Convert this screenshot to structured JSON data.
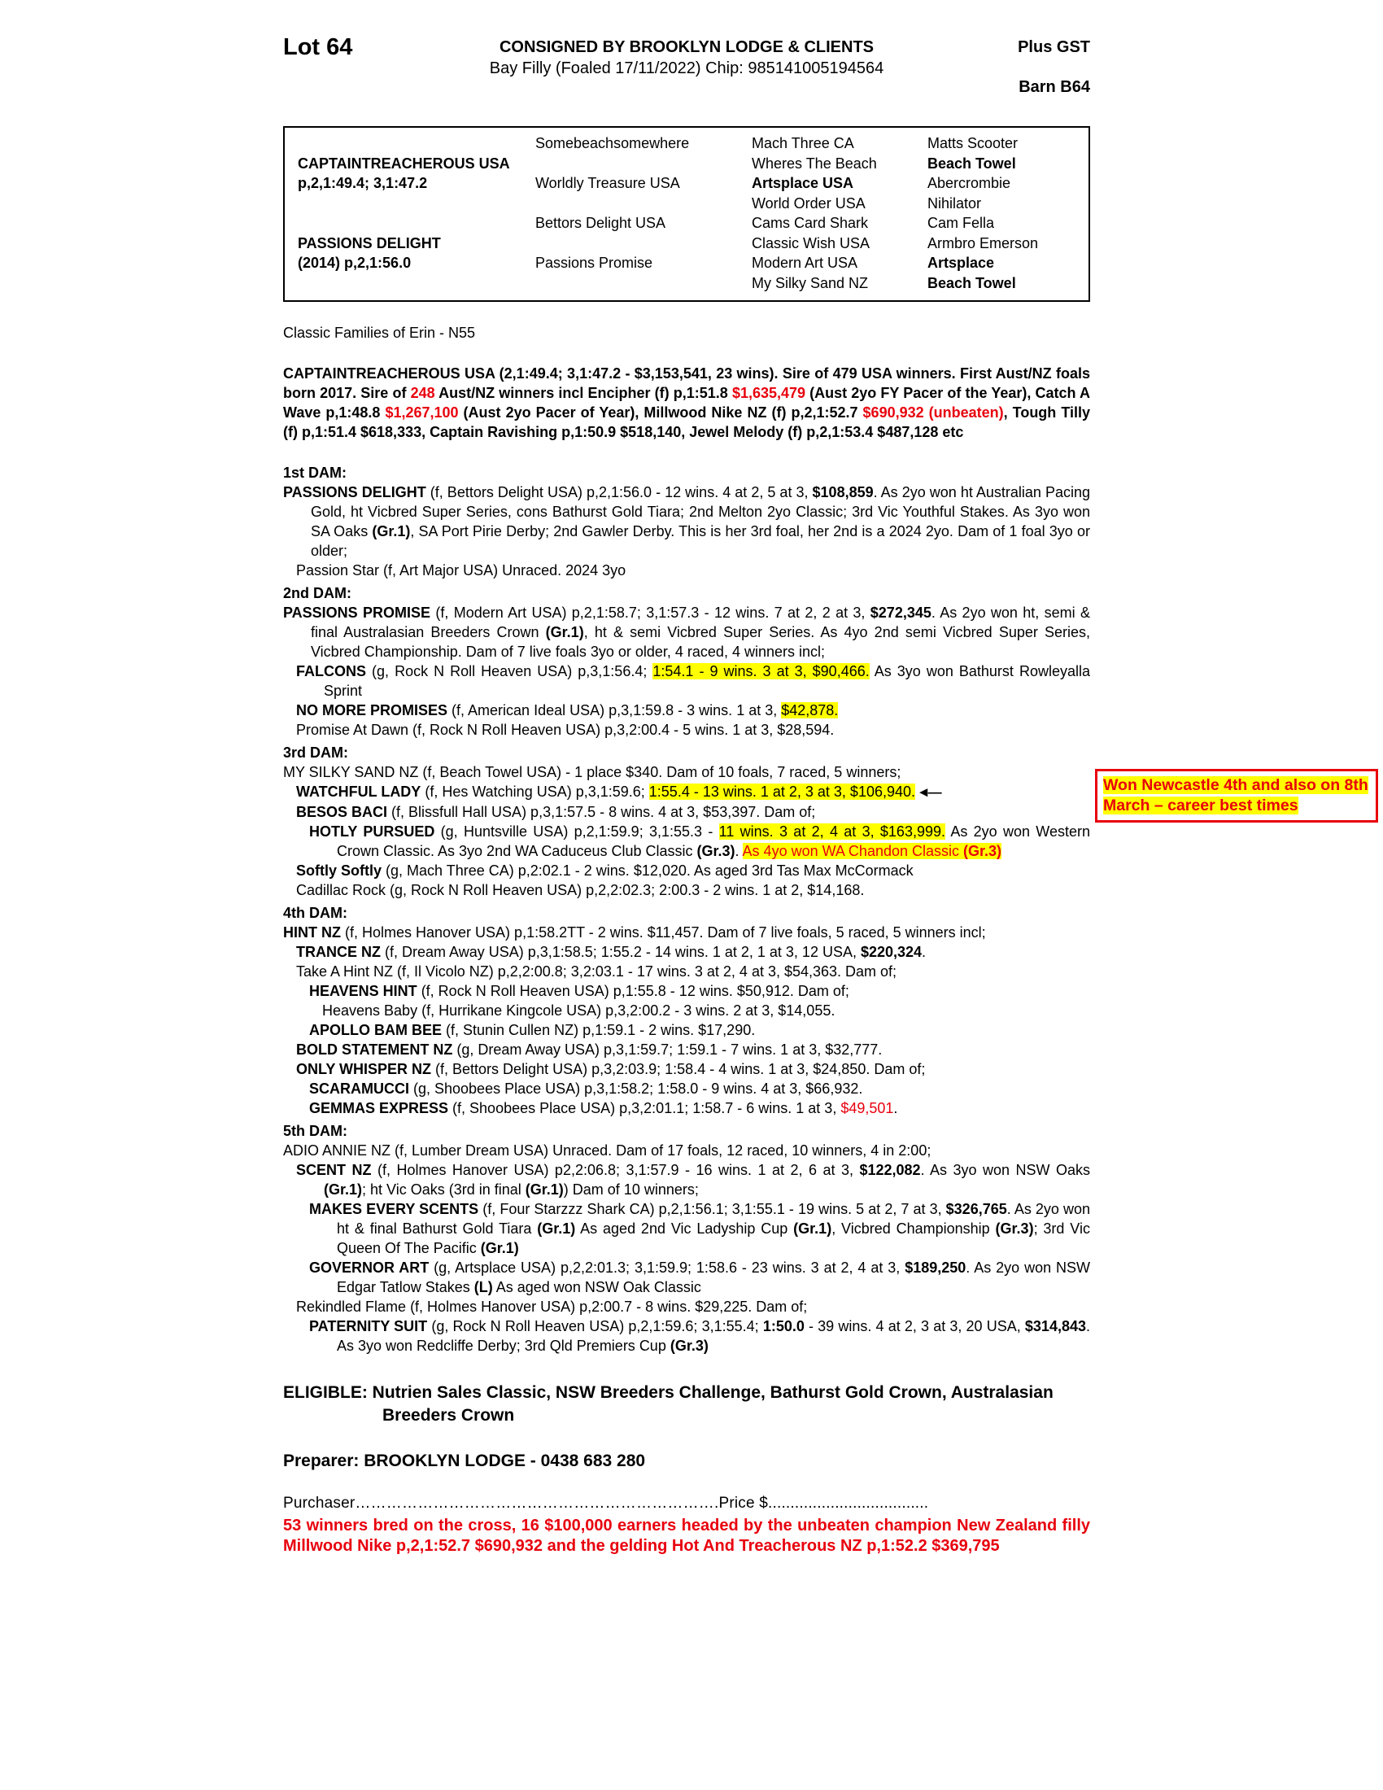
{
  "header": {
    "lot": "Lot 64",
    "consigned": "CONSIGNED BY BROOKLYN LODGE & CLIENTS",
    "plus_gst": "Plus GST",
    "subtitle": "Bay Filly (Foaled  17/11/2022) Chip: 985141005194564",
    "barn": "Barn B64"
  },
  "colors": {
    "accent_red": "#e8000d",
    "highlight_yellow": "#ffff00"
  },
  "pedigree_rows": [
    [
      {
        "t": ""
      },
      {
        "t": "Somebeachsomewhere"
      },
      {
        "t": "Mach Three CA"
      },
      {
        "t": "Matts Scooter"
      }
    ],
    [
      {
        "t": "CAPTAINTREACHEROUS USA",
        "b": true
      },
      {
        "t": ""
      },
      {
        "t": "Wheres The Beach"
      },
      {
        "t": "Beach Towel",
        "b": true
      }
    ],
    [
      {
        "t": "p,2,1:49.4; 3,1:47.2",
        "b": true
      },
      {
        "t": "Worldly Treasure USA"
      },
      {
        "t": "Artsplace USA",
        "b": true
      },
      {
        "t": "Abercrombie"
      }
    ],
    [
      {
        "t": ""
      },
      {
        "t": ""
      },
      {
        "t": "World Order USA"
      },
      {
        "t": "Nihilator"
      }
    ],
    [
      {
        "t": ""
      },
      {
        "t": "Bettors Delight USA"
      },
      {
        "t": "Cams Card Shark"
      },
      {
        "t": "Cam Fella"
      }
    ],
    [
      {
        "t": "PASSIONS DELIGHT",
        "b": true
      },
      {
        "t": ""
      },
      {
        "t": "Classic Wish USA"
      },
      {
        "t": "Armbro Emerson"
      }
    ],
    [
      {
        "t": "(2014) p,2,1:56.0",
        "b": true
      },
      {
        "t": "Passions Promise"
      },
      {
        "t": "Modern Art USA"
      },
      {
        "t": "Artsplace",
        "b": true
      }
    ],
    [
      {
        "t": ""
      },
      {
        "t": ""
      },
      {
        "t": "My Silky Sand NZ"
      },
      {
        "t": "Beach Towel",
        "b": true
      }
    ]
  ],
  "annotation": {
    "text": "Won Newcastle 4th  and also on 8th March – career best times"
  },
  "body": [
    {
      "name": "classic-families-line",
      "cls": "mt1",
      "seg": [
        {
          "t": "Classic Families of Erin - N55"
        }
      ]
    },
    {
      "name": "sire-summary",
      "cls": "just mt1",
      "seg": [
        {
          "t": "CAPTAINTREACHEROUS USA (2,1:49.4; 3,1:47.2 - $3,153,541, 23 wins). Sire of 479 USA winners. First Aust/NZ foals born 2017. Sire of ",
          "c": "b"
        },
        {
          "t": "248",
          "c": "b red"
        },
        {
          "t": " Aust/NZ winners incl Encipher (f) p,1:51.8 ",
          "c": "b"
        },
        {
          "t": "$1,635,479",
          "c": "b red"
        },
        {
          "t": " (Aust 2yo FY Pacer of the Year), Catch A Wave p,1:48.8 ",
          "c": "b"
        },
        {
          "t": "$1,267,100",
          "c": "b red"
        },
        {
          "t": " (Aust 2yo Pacer of Year), Millwood Nike NZ (f) p,2,1:52.7 ",
          "c": "b"
        },
        {
          "t": "$690,932 (unbeaten)",
          "c": "b red"
        },
        {
          "t": ", Tough Tilly (f) p,1:51.4 $618,333, Captain Ravishing p,1:50.9 $518,140, Jewel Melody (f) p,2,1:53.4 $487,128 etc",
          "c": "b"
        }
      ]
    },
    {
      "name": "heading-1st-dam",
      "cls": "h mt1",
      "seg": [
        {
          "t": "1st DAM:"
        }
      ]
    },
    {
      "name": "pedigree-line-passions-delight",
      "cls": "just L0",
      "seg": [
        {
          "t": "PASSIONS DELIGHT",
          "c": "b"
        },
        {
          "t": " (f, Bettors Delight USA) p,2,1:56.0 - 12 wins. 4 at 2, 5 at 3, "
        },
        {
          "t": "$108,859",
          "c": "b"
        },
        {
          "t": ". As 2yo won ht Australian Pacing Gold, ht Vicbred Super Series, cons Bathurst Gold Tiara; 2nd Melton 2yo Classic; 3rd Vic Youthful Stakes. As 3yo won SA Oaks "
        },
        {
          "t": "(Gr.1)",
          "c": "b"
        },
        {
          "t": ", SA Port Pirie Derby; 2nd Gawler Derby. This is her 3rd foal, her 2nd is a 2024 2yo. Dam of 1 foal 3yo or older;"
        }
      ]
    },
    {
      "name": "pedigree-line-passion-star",
      "cls": "L1",
      "seg": [
        {
          "t": "Passion Star (f, Art Major USA) Unraced. 2024 3yo"
        }
      ]
    },
    {
      "name": "heading-2nd-dam",
      "cls": "h mt2",
      "seg": [
        {
          "t": "2nd DAM:"
        }
      ]
    },
    {
      "name": "pedigree-line-passions-promise",
      "cls": "just L0",
      "seg": [
        {
          "t": "PASSIONS PROMISE",
          "c": "b"
        },
        {
          "t": " (f, Modern Art USA) p,2,1:58.7; 3,1:57.3 - 12 wins. 7 at 2, 2 at 3, "
        },
        {
          "t": "$272,345",
          "c": "b"
        },
        {
          "t": ". As 2yo won ht, semi & final Australasian Breeders Crown "
        },
        {
          "t": "(Gr.1)",
          "c": "b"
        },
        {
          "t": ", ht & semi Vicbred Super Series. As 4yo 2nd semi Vicbred Super Series, Vicbred Championship. Dam of 7 live foals 3yo or older, 4 raced, 4 winners incl;"
        }
      ]
    },
    {
      "name": "pedigree-line-falcons",
      "cls": "just L1",
      "seg": [
        {
          "t": "FALCONS",
          "c": "b"
        },
        {
          "t": " (g, Rock N Roll Heaven USA) p,3,1:56.4; "
        },
        {
          "t": "1:54.1 - 9 wins. 3 at 3, $90,466.",
          "c": "hl"
        },
        {
          "t": " As 3yo won Bathurst Rowleyalla Sprint"
        }
      ]
    },
    {
      "name": "pedigree-line-no-more-promises",
      "cls": "L1",
      "seg": [
        {
          "t": "NO MORE PROMISES",
          "c": "b"
        },
        {
          "t": " (f, American Ideal USA) p,3,1:59.8 - 3 wins. 1 at 3, "
        },
        {
          "t": "$42,878.",
          "c": "hl"
        }
      ]
    },
    {
      "name": "pedigree-line-promise-at-dawn",
      "cls": "L1",
      "seg": [
        {
          "t": "Promise At Dawn (f, Rock N Roll Heaven USA) p,3,2:00.4 - 5 wins. 1 at 3, $28,594."
        }
      ]
    },
    {
      "name": "heading-3rd-dam",
      "cls": "h mt2",
      "seg": [
        {
          "t": "3rd DAM:"
        }
      ]
    },
    {
      "name": "pedigree-line-my-silky-sand",
      "cls": "L0",
      "seg": [
        {
          "t": "MY SILKY SAND NZ (f, Beach Towel USA) - 1 place $340. Dam of 10 foals, 7 raced, 5 winners;"
        }
      ]
    },
    {
      "name": "pedigree-line-watchful-lady",
      "cls": "L1 rel",
      "annot": true,
      "seg": [
        {
          "t": "WATCHFUL LADY",
          "c": "b"
        },
        {
          "t": " (f, Hes Watching USA) p,3,1:59.6; "
        },
        {
          "t": "1:55.4 - 13 wins. 1 at 2, 3 at 3, $106,940.",
          "c": "hl"
        }
      ]
    },
    {
      "name": "pedigree-line-besos-baci",
      "cls": "L1",
      "seg": [
        {
          "t": "BESOS BACI",
          "c": "b"
        },
        {
          "t": " (f, Blissfull Hall USA) p,3,1:57.5 - 8 wins. 4 at 3, $53,397. Dam of;"
        }
      ]
    },
    {
      "name": "pedigree-line-hotly-pursued",
      "cls": "just L2",
      "seg": [
        {
          "t": "HOTLY PURSUED",
          "c": "b"
        },
        {
          "t": " (g, Huntsville USA) p,2,1:59.9; 3,1:55.3 - "
        },
        {
          "t": "11 wins. 3 at 2, 4 at 3, $163,999.",
          "c": "hl"
        },
        {
          "t": " As 2yo won Western Crown Classic. As 3yo 2nd WA Caduceus Club Classic "
        },
        {
          "t": "(Gr.3)",
          "c": "b"
        },
        {
          "t": ". "
        },
        {
          "t": "As 4yo won WA Chandon Classic ",
          "c": "hl red"
        },
        {
          "t": "(Gr.3)",
          "c": "hl red b"
        }
      ]
    },
    {
      "name": "pedigree-line-softly-softly",
      "cls": "just L1",
      "seg": [
        {
          "t": "Softly Softly",
          "c": "b"
        },
        {
          "t": " (g, Mach Three CA) p,2:02.1 - 2 wins. $12,020. As aged 3rd Tas Max McCormack"
        }
      ]
    },
    {
      "name": "pedigree-line-cadillac-rock",
      "cls": "L1",
      "seg": [
        {
          "t": "Cadillac Rock (g, Rock N Roll Heaven USA) p,2,2:02.3; 2:00.3 - 2 wins. 1 at 2, $14,168."
        }
      ]
    },
    {
      "name": "heading-4th-dam",
      "cls": "h mt2",
      "seg": [
        {
          "t": "4th DAM:"
        }
      ]
    },
    {
      "name": "pedigree-line-hint-nz",
      "cls": "just L0",
      "seg": [
        {
          "t": "HINT NZ",
          "c": "b"
        },
        {
          "t": " (f, Holmes Hanover USA) p,1:58.2TT - 2 wins. $11,457. Dam of 7 live foals, 5 raced, 5 winners incl;"
        }
      ]
    },
    {
      "name": "pedigree-line-trance-nz",
      "cls": "L1",
      "seg": [
        {
          "t": "TRANCE NZ",
          "c": "b"
        },
        {
          "t": " (f, Dream Away USA) p,3,1:58.5; 1:55.2 - 14 wins. 1 at 2, 1 at 3, 12 USA, "
        },
        {
          "t": "$220,324",
          "c": "b"
        },
        {
          "t": "."
        }
      ]
    },
    {
      "name": "pedigree-line-take-a-hint",
      "cls": "L1",
      "seg": [
        {
          "t": "Take A Hint NZ (f, Il Vicolo NZ) p,2,2:00.8; 3,2:03.1 - 17 wins. 3 at 2, 4 at 3, $54,363. Dam of;"
        }
      ]
    },
    {
      "name": "pedigree-line-heavens-hint",
      "cls": "L2",
      "seg": [
        {
          "t": "HEAVENS HINT",
          "c": "b"
        },
        {
          "t": " (f, Rock N Roll Heaven USA) p,1:55.8 - 12 wins. $50,912. Dam of;"
        }
      ]
    },
    {
      "name": "pedigree-line-heavens-baby",
      "cls": "L3",
      "seg": [
        {
          "t": "Heavens Baby (f, Hurrikane Kingcole USA) p,3,2:00.2 - 3 wins. 2 at 3, $14,055."
        }
      ]
    },
    {
      "name": "pedigree-line-apollo-bam-bee",
      "cls": "L2",
      "seg": [
        {
          "t": "APOLLO BAM BEE",
          "c": "b"
        },
        {
          "t": " (f, Stunin Cullen NZ) p,1:59.1 - 2 wins. $17,290."
        }
      ]
    },
    {
      "name": "pedigree-line-bold-statement",
      "cls": "L1",
      "seg": [
        {
          "t": "BOLD STATEMENT NZ",
          "c": "b"
        },
        {
          "t": " (g, Dream Away USA) p,3,1:59.7; 1:59.1 - 7 wins. 1 at 3, $32,777."
        }
      ]
    },
    {
      "name": "pedigree-line-only-whisper",
      "cls": "L1",
      "seg": [
        {
          "t": "ONLY WHISPER NZ",
          "c": "b"
        },
        {
          "t": " (f, Bettors Delight USA) p,3,2:03.9; 1:58.4 - 4 wins. 1 at 3, $24,850. Dam of;"
        }
      ]
    },
    {
      "name": "pedigree-line-scaramucci",
      "cls": "L2",
      "seg": [
        {
          "t": "SCARAMUCCI",
          "c": "b"
        },
        {
          "t": " (g, Shoobees Place USA) p,3,1:58.2; 1:58.0 - 9 wins. 4 at 3, $66,932."
        }
      ]
    },
    {
      "name": "pedigree-line-gemmas-express",
      "cls": "L2",
      "seg": [
        {
          "t": "GEMMAS EXPRESS",
          "c": "b"
        },
        {
          "t": " (f, Shoobees Place USA) p,3,2:01.1; 1:58.7 - 6 wins. 1 at 3, "
        },
        {
          "t": "$49,501",
          "c": "red"
        },
        {
          "t": "."
        }
      ]
    },
    {
      "name": "heading-5th-dam",
      "cls": "h mt2",
      "seg": [
        {
          "t": "5th DAM:"
        }
      ]
    },
    {
      "name": "pedigree-line-adio-annie",
      "cls": "L0",
      "seg": [
        {
          "t": "ADIO ANNIE NZ (f, Lumber Dream USA) Unraced. Dam of 17 foals, 12 raced, 10 winners, 4 in 2:00;"
        }
      ]
    },
    {
      "name": "pedigree-line-scent-nz",
      "cls": "just L1",
      "seg": [
        {
          "t": "SCENT NZ",
          "c": "b"
        },
        {
          "t": " (f, Holmes Hanover USA) p2,2:06.8; 3,1:57.9 - 16 wins. 1 at 2, 6 at 3, "
        },
        {
          "t": "$122,082",
          "c": "b"
        },
        {
          "t": ". As 3yo won NSW Oaks "
        },
        {
          "t": "(Gr.1)",
          "c": "b"
        },
        {
          "t": "; ht Vic Oaks (3rd in final "
        },
        {
          "t": "(Gr.1)",
          "c": "b"
        },
        {
          "t": ") Dam of 10 winners;"
        }
      ]
    },
    {
      "name": "pedigree-line-makes-every-scents",
      "cls": "just L2",
      "seg": [
        {
          "t": "MAKES EVERY SCENTS",
          "c": "b"
        },
        {
          "t": " (f, Four Starzzz Shark CA) p,2,1:56.1; 3,1:55.1 - 19 wins. 5 at 2, 7 at 3, "
        },
        {
          "t": "$326,765",
          "c": "b"
        },
        {
          "t": ". As 2yo won ht & final Bathurst Gold Tiara "
        },
        {
          "t": "(Gr.1)",
          "c": "b"
        },
        {
          "t": " As aged 2nd Vic Ladyship Cup "
        },
        {
          "t": "(Gr.1)",
          "c": "b"
        },
        {
          "t": ", Vicbred Championship "
        },
        {
          "t": "(Gr.3)",
          "c": "b"
        },
        {
          "t": "; 3rd Vic Queen Of The Pacific "
        },
        {
          "t": "(Gr.1)",
          "c": "b"
        }
      ]
    },
    {
      "name": "pedigree-line-governor-art",
      "cls": "just L2",
      "seg": [
        {
          "t": "GOVERNOR ART",
          "c": "b"
        },
        {
          "t": " (g, Artsplace USA) p,2,2:01.3; 3,1:59.9; 1:58.6 - 23 wins. 3 at 2, 4 at 3, "
        },
        {
          "t": "$189,250",
          "c": "b"
        },
        {
          "t": ". As 2yo won NSW Edgar Tatlow Stakes "
        },
        {
          "t": "(L)",
          "c": "b"
        },
        {
          "t": " As aged won NSW Oak Classic"
        }
      ]
    },
    {
      "name": "pedigree-line-rekindled-flame",
      "cls": "L1",
      "seg": [
        {
          "t": "Rekindled Flame (f, Holmes Hanover USA) p,2:00.7 - 8 wins. $29,225. Dam of;"
        }
      ]
    },
    {
      "name": "pedigree-line-paternity-suit",
      "cls": "just L2",
      "seg": [
        {
          "t": "PATERNITY SUIT",
          "c": "b"
        },
        {
          "t": " (g, Rock N Roll Heaven USA) p,2,1:59.6; 3,1:55.4; "
        },
        {
          "t": "1:50.0",
          "c": "b"
        },
        {
          "t": " - 39 wins. 4 at 2, 3 at 3, 20 USA, "
        },
        {
          "t": "$314,843",
          "c": "b"
        },
        {
          "t": ". As 3yo won Redcliffe Derby; 3rd Qld Premiers Cup "
        },
        {
          "t": "(Gr.3)",
          "c": "b"
        }
      ]
    },
    {
      "name": "eligible-line",
      "cls": "eligible",
      "seg": [
        {
          "t": "ELIGIBLE: Nutrien Sales Classic, NSW Breeders Challenge, Bathurst Gold Crown, Australasian Breeders Crown"
        }
      ]
    },
    {
      "name": "preparer-line",
      "cls": "preparer",
      "seg": [
        {
          "t": "Preparer: BROOKLYN LODGE - 0438 683 280"
        }
      ]
    },
    {
      "name": "purchaser-line",
      "cls": "purchaser",
      "seg": [
        {
          "t": "Purchaser…………………………………………………………….Price $...................................."
        }
      ]
    },
    {
      "name": "cross-note",
      "cls": "footer-red just",
      "seg": [
        {
          "t": "53 winners bred on the cross, 16 $100,000 earners headed by the unbeaten champion New Zealand filly Millwood Nike p,2,1:52.7 $690,932 and the gelding Hot And Treacherous NZ p,1:52.2 $369,795"
        }
      ]
    }
  ]
}
